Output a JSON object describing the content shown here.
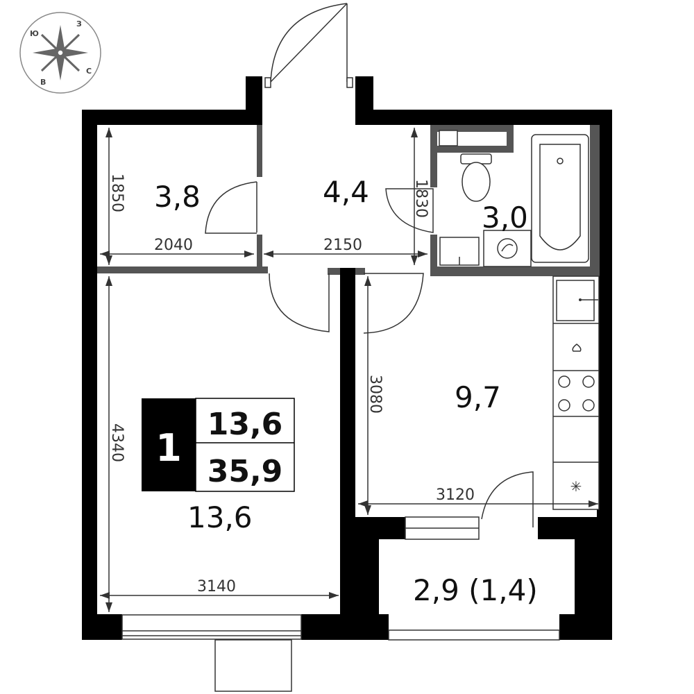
{
  "compass": {
    "letters": [
      "Ю",
      "З",
      "В",
      "С"
    ]
  },
  "badge": {
    "rooms": "1",
    "living_area": "13,6",
    "total_area": "35,9"
  },
  "rooms": {
    "storage": "3,8",
    "hall": "4,4",
    "bathroom": "3,0",
    "kitchen": "9,7",
    "living_room": "13,6",
    "loggia": "2,9 (1,4)"
  },
  "dimensions": {
    "storage_height": "1850",
    "storage_width": "2040",
    "hall_width": "2150",
    "bath_height": "1830",
    "living_height": "4340",
    "living_width": "3140",
    "kitchen_height": "3080",
    "kitchen_width": "3120"
  },
  "fixtures": {
    "fridge_symbol": "✳"
  }
}
